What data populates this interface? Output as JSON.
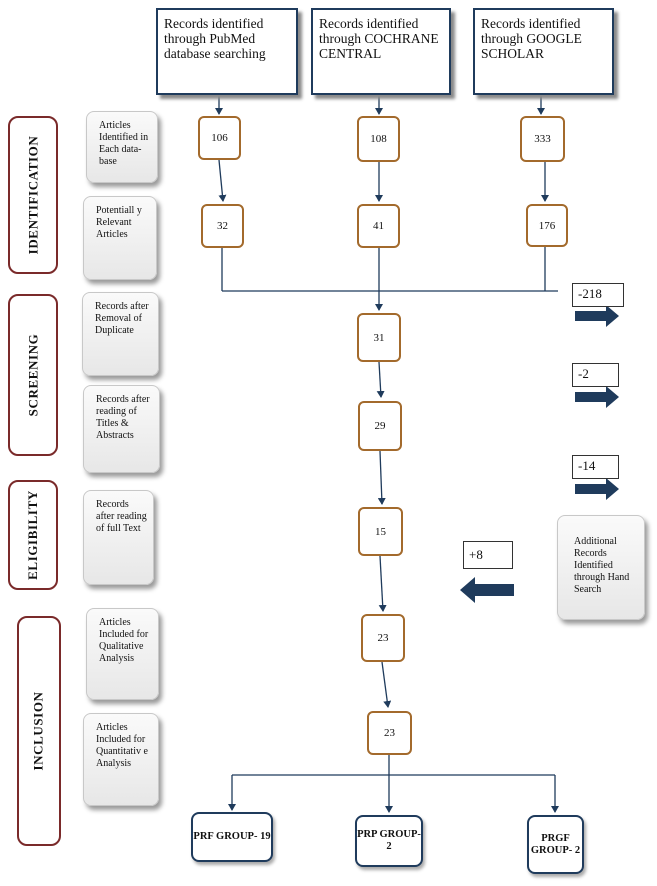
{
  "sources": [
    {
      "text": "Records identified through PubMed database searching"
    },
    {
      "text": "Records identified through COCHRANE CENTRAL"
    },
    {
      "text": "Records identified through GOOGLE SCHOLAR"
    }
  ],
  "stages": [
    "IDENTIFICATION",
    "SCREENING",
    "ELIGIBILITY",
    "INCLUSION"
  ],
  "descriptions": [
    "Articles Identified in Each data-base",
    "Potentiall y Relevant Articles",
    "Records after Removal of Duplicate",
    "Records after reading of Titles & Abstracts",
    "Records after reading of full Text",
    "Articles Included for Qualitative Analysis",
    "Articles Included for Quantitativ e Analysis"
  ],
  "counts": {
    "identified": [
      "106",
      "108",
      "333"
    ],
    "relevant": [
      "32",
      "41",
      "176"
    ],
    "after_duplicates": "31",
    "after_titles": "29",
    "after_full_text": "15",
    "qualitative": "23",
    "quantitative": "23"
  },
  "deductions": [
    "-218",
    "-2",
    "-14"
  ],
  "addition": {
    "value": "+8",
    "label": "Additional Records Identified through Hand Search"
  },
  "groups": [
    "PRF GROUP- 19",
    "PRP GROUP-2",
    "PRGF GROUP- 2"
  ],
  "colors": {
    "arrow": "#1f3b5c",
    "count_border": "#a36a2c",
    "stage_border": "#7a2a2a"
  }
}
